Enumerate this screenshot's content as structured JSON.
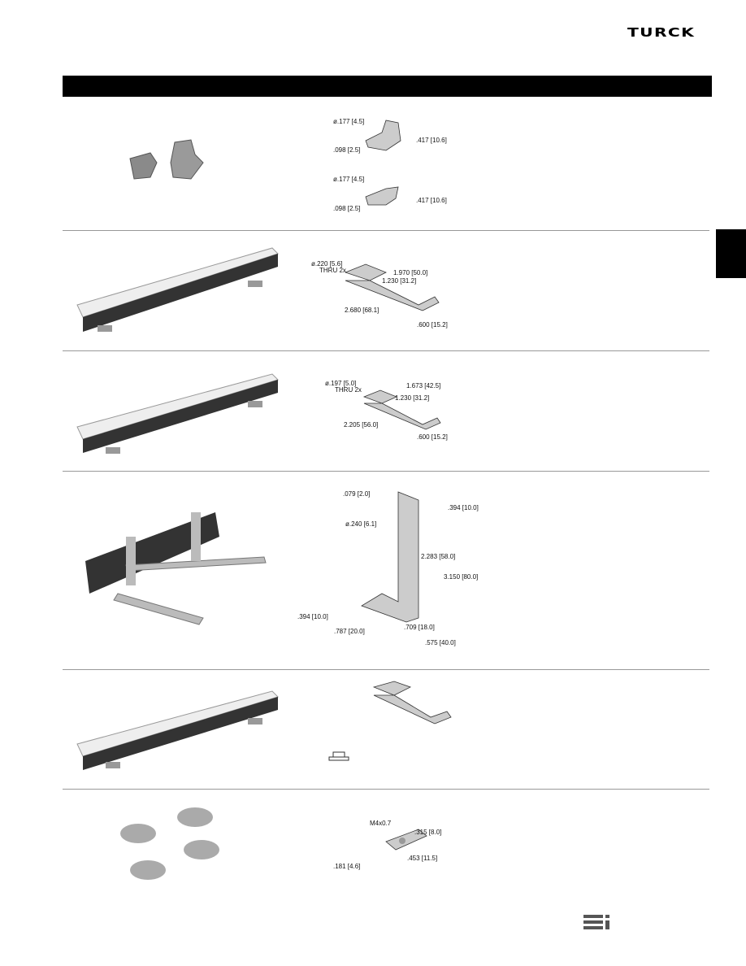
{
  "header": {
    "logo": "TURCK"
  },
  "rows": [
    {
      "dims": [
        {
          "label": "ø.177 [4.5]"
        },
        {
          "label": ".098 [2.5]"
        },
        {
          "label": ".417 [10.6]"
        },
        {
          "label": "ø.177 [4.5]"
        },
        {
          "label": ".098 [2.5]"
        },
        {
          "label": ".417 [10.6]"
        }
      ]
    },
    {
      "dims": [
        {
          "label": "ø.220 [5.6]"
        },
        {
          "label": "THRU 2x"
        },
        {
          "label": "1.970 [50.0]"
        },
        {
          "label": "1.230 [31.2]"
        },
        {
          "label": "2.680 [68.1]"
        },
        {
          "label": ".600 [15.2]"
        }
      ]
    },
    {
      "dims": [
        {
          "label": "ø.197 [5.0]"
        },
        {
          "label": "THRU 2x"
        },
        {
          "label": "1.673 [42.5]"
        },
        {
          "label": "1.230 [31.2]"
        },
        {
          "label": "2.205 [56.0]"
        },
        {
          "label": ".600 [15.2]"
        }
      ]
    },
    {
      "dims": [
        {
          "label": ".079 [2.0]"
        },
        {
          "label": "ø.240 [6.1]"
        },
        {
          "label": ".394 [10.0]"
        },
        {
          "label": "2.283 [58.0]"
        },
        {
          "label": "3.150 [80.0]"
        },
        {
          "label": ".394 [10.0]"
        },
        {
          "label": ".787 [20.0]"
        },
        {
          "label": ".709 [18.0]"
        },
        {
          "label": ".575 [40.0]"
        }
      ]
    },
    {
      "dims": []
    },
    {
      "dims": [
        {
          "label": "M4x0.7"
        },
        {
          "label": ".315 [8.0]"
        },
        {
          "label": ".453 [11.5]"
        },
        {
          "label": ".181 [4.6]"
        }
      ]
    }
  ],
  "footer": {
    "icon": "list-icon"
  }
}
